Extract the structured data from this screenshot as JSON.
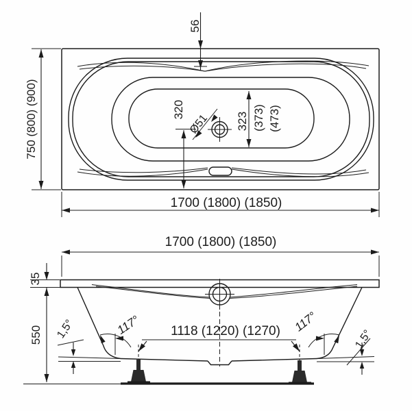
{
  "top_view": {
    "length_label": "1700 (1800) (1850)",
    "width_label": "750 (800) (900)",
    "rim_inset_label": "56",
    "drain_offset_label": "320",
    "drain_diameter_label": "Ø51",
    "floor_width_labels": {
      "base": "323",
      "alt1": "(373)",
      "alt2": "(473)"
    }
  },
  "side_view": {
    "length_label": "1700 (1800) (1850)",
    "rim_height_label": "35",
    "depth_label": "550",
    "support_spacing_label": "1118 (1220) (1270)",
    "wall_angle_left": "117°",
    "wall_angle_right": "117°",
    "floor_slope_left": "1,5°",
    "floor_slope_right": "1,5°"
  },
  "colors": {
    "line": "#1c1c1c",
    "background": "#ffffff"
  }
}
